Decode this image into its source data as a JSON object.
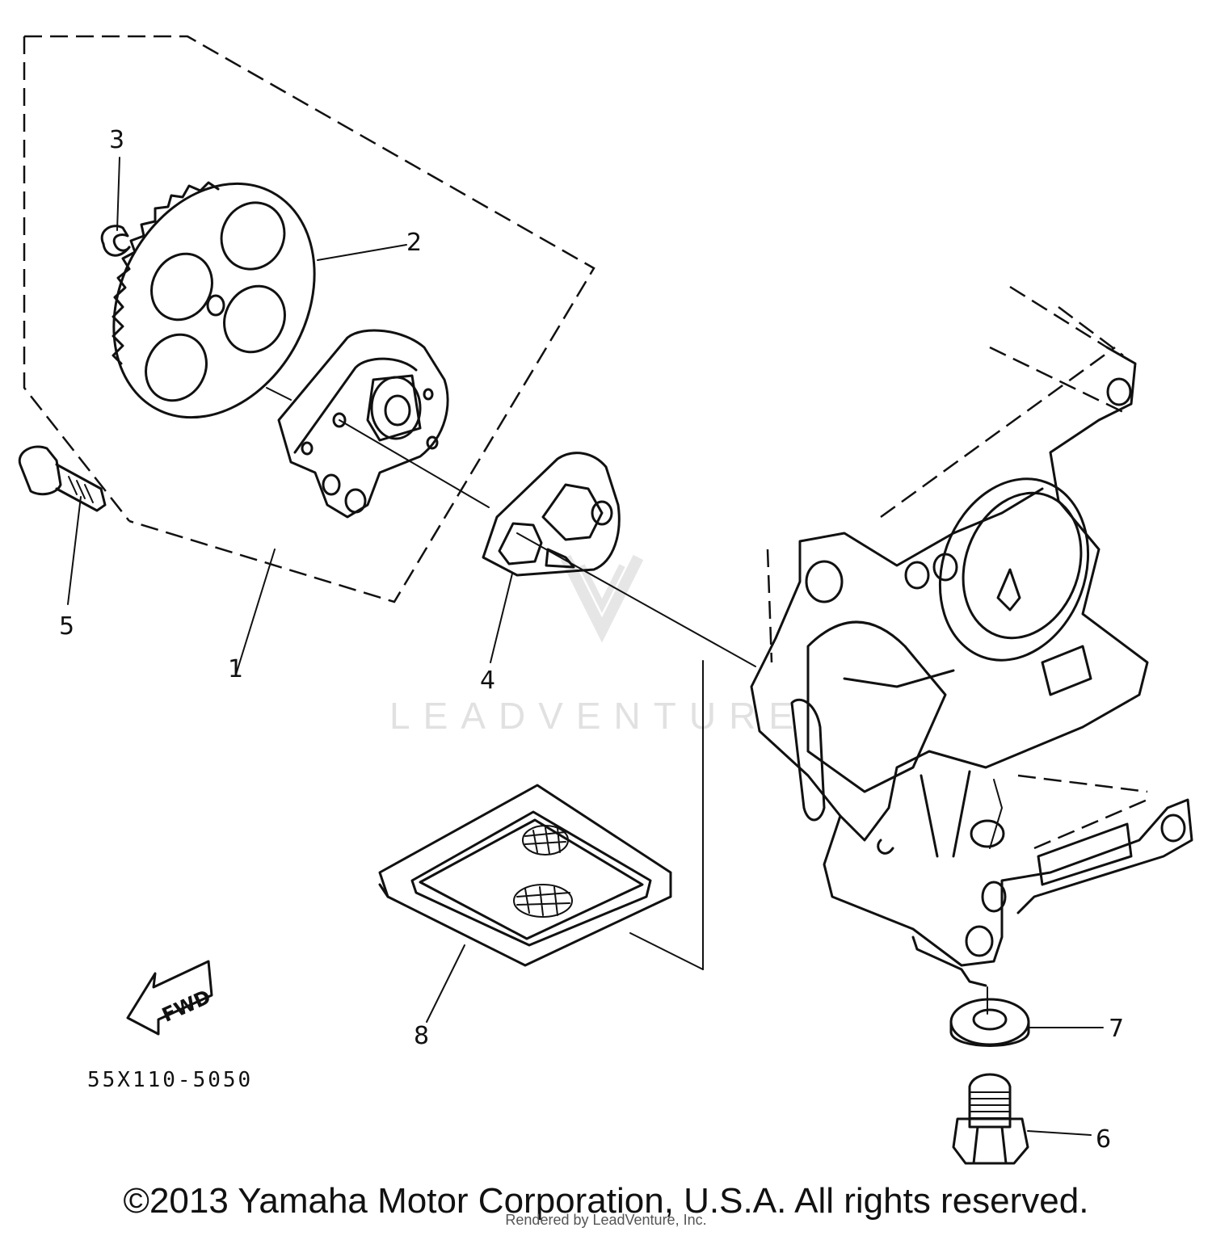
{
  "callouts": {
    "c1": "1",
    "c2": "2",
    "c3": "3",
    "c4": "4",
    "c5": "5",
    "c6": "6",
    "c7": "7",
    "c8": "8"
  },
  "part_number": "55X110-5050",
  "fwd_arrow_label": "FWD",
  "watermark": "LEADVENTURE",
  "copyright": "©2013 Yamaha Motor Corporation, U.S.A. All rights reserved.",
  "rendered_by": "Rendered by LeadVenture, Inc."
}
